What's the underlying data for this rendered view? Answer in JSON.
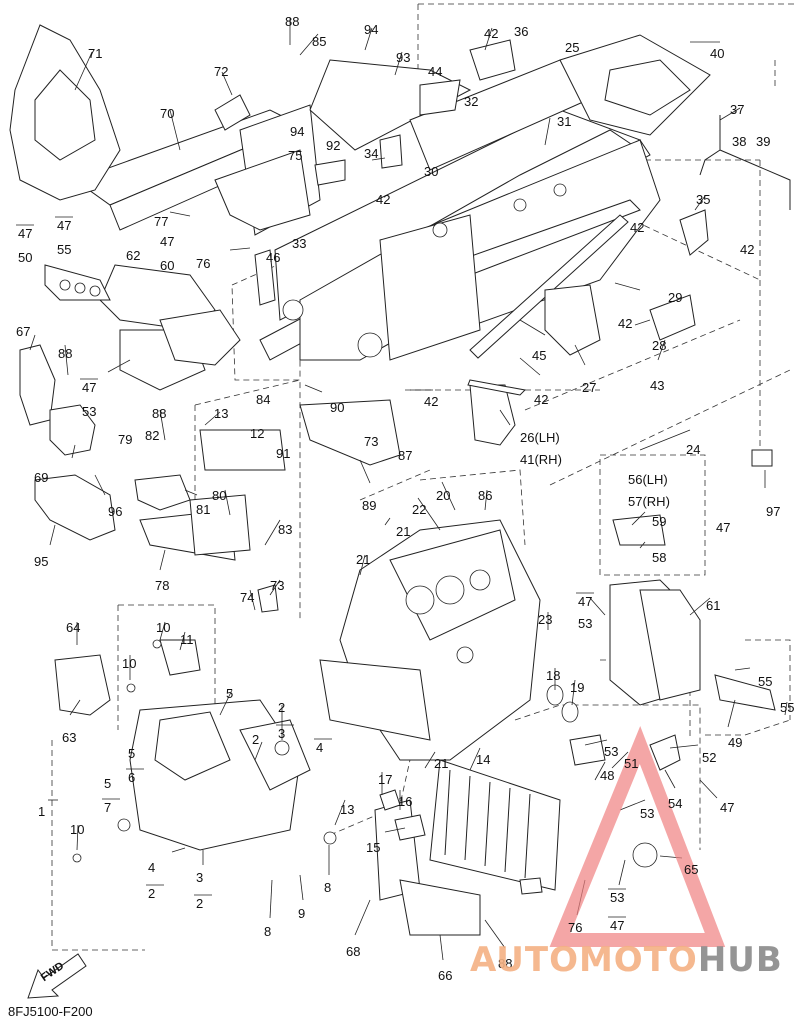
{
  "diagram": {
    "code": "8FJ5100-F200",
    "fwd_label": "FWD",
    "watermark": {
      "part_a": "AUTOMOTO",
      "part_b": "HUB",
      "color_a": "#f4b183",
      "color_b": "#8a8a8a",
      "triangle_color": "#f08080"
    },
    "callouts": [
      {
        "id": "c88a",
        "text": "88"
      },
      {
        "id": "c85",
        "text": "85"
      },
      {
        "id": "c94a",
        "text": "94"
      },
      {
        "id": "c93",
        "text": "93"
      },
      {
        "id": "c42a",
        "text": "42"
      },
      {
        "id": "c36",
        "text": "36"
      },
      {
        "id": "c25",
        "text": "25"
      },
      {
        "id": "c40",
        "text": "40"
      },
      {
        "id": "c71",
        "text": "71"
      },
      {
        "id": "c72",
        "text": "72"
      },
      {
        "id": "c44",
        "text": "44"
      },
      {
        "id": "c32",
        "text": "32"
      },
      {
        "id": "c37",
        "text": "37"
      },
      {
        "id": "c70",
        "text": "70"
      },
      {
        "id": "c94b",
        "text": "94"
      },
      {
        "id": "c92",
        "text": "92"
      },
      {
        "id": "c31",
        "text": "31"
      },
      {
        "id": "c38",
        "text": "38"
      },
      {
        "id": "c39",
        "text": "39"
      },
      {
        "id": "c34",
        "text": "34"
      },
      {
        "id": "c30",
        "text": "30"
      },
      {
        "id": "c75",
        "text": "75"
      },
      {
        "id": "c42b",
        "text": "42"
      },
      {
        "id": "c35",
        "text": "35"
      },
      {
        "id": "c77",
        "text": "77"
      },
      {
        "id": "c47a",
        "text": "47"
      },
      {
        "id": "c47b",
        "text": "47"
      },
      {
        "id": "c55a",
        "text": "55"
      },
      {
        "id": "c47c",
        "text": "47"
      },
      {
        "id": "c50",
        "text": "50"
      },
      {
        "id": "c42c",
        "text": "42"
      },
      {
        "id": "c42d",
        "text": "42"
      },
      {
        "id": "c33",
        "text": "33"
      },
      {
        "id": "c46",
        "text": "46"
      },
      {
        "id": "c62",
        "text": "62"
      },
      {
        "id": "c76a",
        "text": "76"
      },
      {
        "id": "c60",
        "text": "60"
      },
      {
        "id": "c29",
        "text": "29"
      },
      {
        "id": "c42e",
        "text": "42"
      },
      {
        "id": "c28",
        "text": "28"
      },
      {
        "id": "c67",
        "text": "67"
      },
      {
        "id": "c45",
        "text": "45"
      },
      {
        "id": "c43",
        "text": "43"
      },
      {
        "id": "c88b",
        "text": "88"
      },
      {
        "id": "c27",
        "text": "27"
      },
      {
        "id": "c47d",
        "text": "47"
      },
      {
        "id": "c42f",
        "text": "42"
      },
      {
        "id": "c53a",
        "text": "53"
      },
      {
        "id": "c84",
        "text": "84"
      },
      {
        "id": "c90",
        "text": "90"
      },
      {
        "id": "c42g",
        "text": "42"
      },
      {
        "id": "c13a",
        "text": "13"
      },
      {
        "id": "c88c",
        "text": "88"
      },
      {
        "id": "c26",
        "text": "26(LH)"
      },
      {
        "id": "c41",
        "text": "41(RH)"
      },
      {
        "id": "c79",
        "text": "79"
      },
      {
        "id": "c82",
        "text": "82"
      },
      {
        "id": "c12",
        "text": "12"
      },
      {
        "id": "c91",
        "text": "91"
      },
      {
        "id": "c73a",
        "text": "73"
      },
      {
        "id": "c87",
        "text": "87"
      },
      {
        "id": "c24",
        "text": "24"
      },
      {
        "id": "c69",
        "text": "69"
      },
      {
        "id": "c96",
        "text": "96"
      },
      {
        "id": "c89",
        "text": "89"
      },
      {
        "id": "c56",
        "text": "56(LH)"
      },
      {
        "id": "c57",
        "text": "57(RH)"
      },
      {
        "id": "c97",
        "text": "97"
      },
      {
        "id": "c80",
        "text": "80"
      },
      {
        "id": "c81",
        "text": "81"
      },
      {
        "id": "c22",
        "text": "22"
      },
      {
        "id": "c20",
        "text": "20"
      },
      {
        "id": "c86",
        "text": "86"
      },
      {
        "id": "c95",
        "text": "95"
      },
      {
        "id": "c83",
        "text": "83"
      },
      {
        "id": "c21a",
        "text": "21"
      },
      {
        "id": "c59",
        "text": "59"
      },
      {
        "id": "c47e",
        "text": "47"
      },
      {
        "id": "c58",
        "text": "58"
      },
      {
        "id": "c78",
        "text": "78"
      },
      {
        "id": "c21b",
        "text": "21"
      },
      {
        "id": "c74",
        "text": "74"
      },
      {
        "id": "c73b",
        "text": "73"
      },
      {
        "id": "c47f",
        "text": "47"
      },
      {
        "id": "c53b",
        "text": "53"
      },
      {
        "id": "c61",
        "text": "61"
      },
      {
        "id": "c23",
        "text": "23"
      },
      {
        "id": "c64",
        "text": "64"
      },
      {
        "id": "c10a",
        "text": "10"
      },
      {
        "id": "c11",
        "text": "11"
      },
      {
        "id": "c10b",
        "text": "10"
      },
      {
        "id": "c18",
        "text": "18"
      },
      {
        "id": "c19",
        "text": "19"
      },
      {
        "id": "c55b",
        "text": "55"
      },
      {
        "id": "c63",
        "text": "63"
      },
      {
        "id": "c5a",
        "text": "5"
      },
      {
        "id": "c49",
        "text": "49"
      },
      {
        "id": "c55c",
        "text": "55"
      },
      {
        "id": "c2a",
        "text": "2"
      },
      {
        "id": "c3a",
        "text": "3"
      },
      {
        "id": "c5b",
        "text": "5"
      },
      {
        "id": "c6",
        "text": "6"
      },
      {
        "id": "c2b",
        "text": "2"
      },
      {
        "id": "c4a",
        "text": "4"
      },
      {
        "id": "c53c",
        "text": "53"
      },
      {
        "id": "c51",
        "text": "51"
      },
      {
        "id": "c52",
        "text": "52"
      },
      {
        "id": "c21c",
        "text": "21"
      },
      {
        "id": "c14",
        "text": "14"
      },
      {
        "id": "c48",
        "text": "48"
      },
      {
        "id": "c5c",
        "text": "5"
      },
      {
        "id": "c7",
        "text": "7"
      },
      {
        "id": "c1",
        "text": "1"
      },
      {
        "id": "c17",
        "text": "17"
      },
      {
        "id": "c16",
        "text": "16"
      },
      {
        "id": "c13b",
        "text": "13"
      },
      {
        "id": "c53d",
        "text": "53"
      },
      {
        "id": "c54",
        "text": "54"
      },
      {
        "id": "c47g",
        "text": "47"
      },
      {
        "id": "c10c",
        "text": "10"
      },
      {
        "id": "c15",
        "text": "15"
      },
      {
        "id": "c4b",
        "text": "4"
      },
      {
        "id": "c2c",
        "text": "2"
      },
      {
        "id": "c3b",
        "text": "3"
      },
      {
        "id": "c2d",
        "text": "2"
      },
      {
        "id": "c8a",
        "text": "8"
      },
      {
        "id": "c65",
        "text": "65"
      },
      {
        "id": "c9",
        "text": "9"
      },
      {
        "id": "c53e",
        "text": "53"
      },
      {
        "id": "c47h",
        "text": "47"
      },
      {
        "id": "c76b",
        "text": "76"
      },
      {
        "id": "c8b",
        "text": "8"
      },
      {
        "id": "c68",
        "text": "68"
      },
      {
        "id": "c88d",
        "text": "88"
      },
      {
        "id": "c66",
        "text": "66"
      }
    ]
  }
}
